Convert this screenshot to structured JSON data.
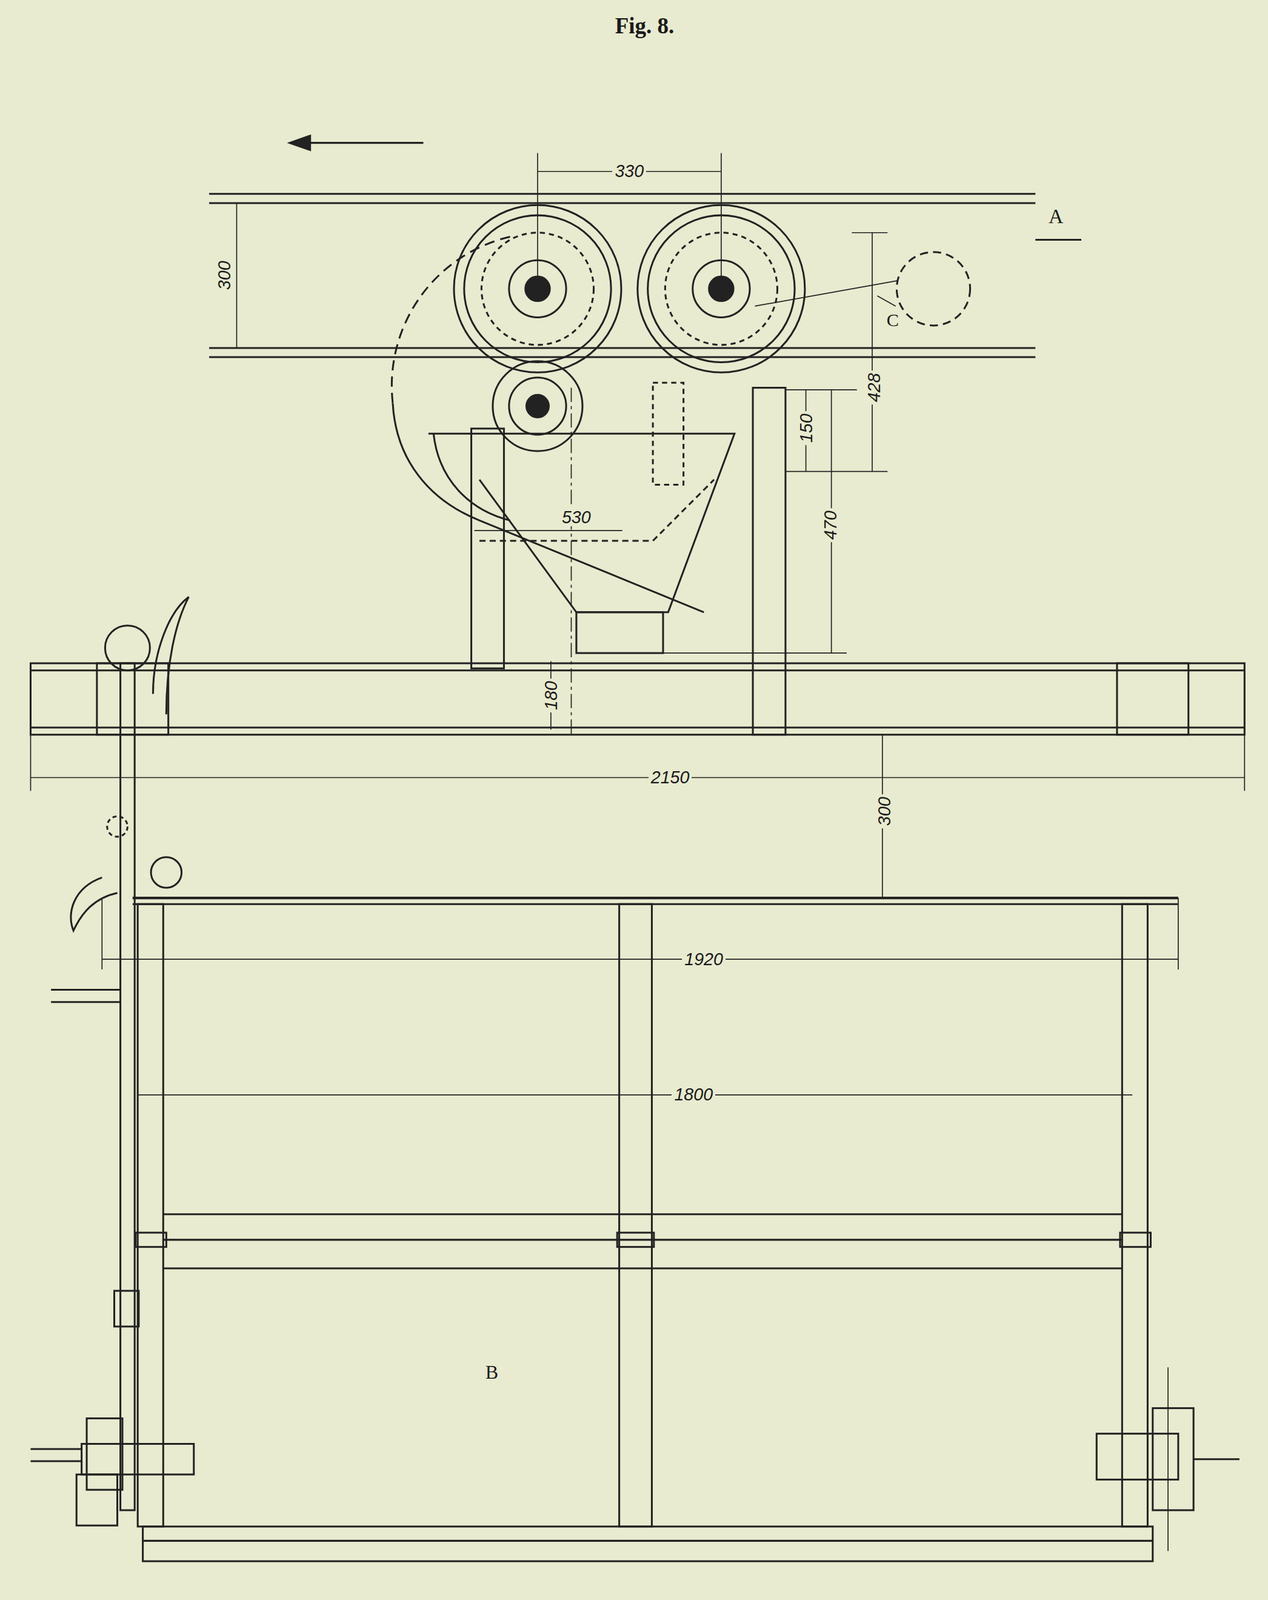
{
  "diagram": {
    "title": "Fig. 8.",
    "labels": [
      "330",
      "300",
      "A",
      "C",
      "428",
      "150",
      "530",
      "470",
      "180",
      "2150",
      "300",
      "1920",
      "1800",
      "B"
    ]
  }
}
